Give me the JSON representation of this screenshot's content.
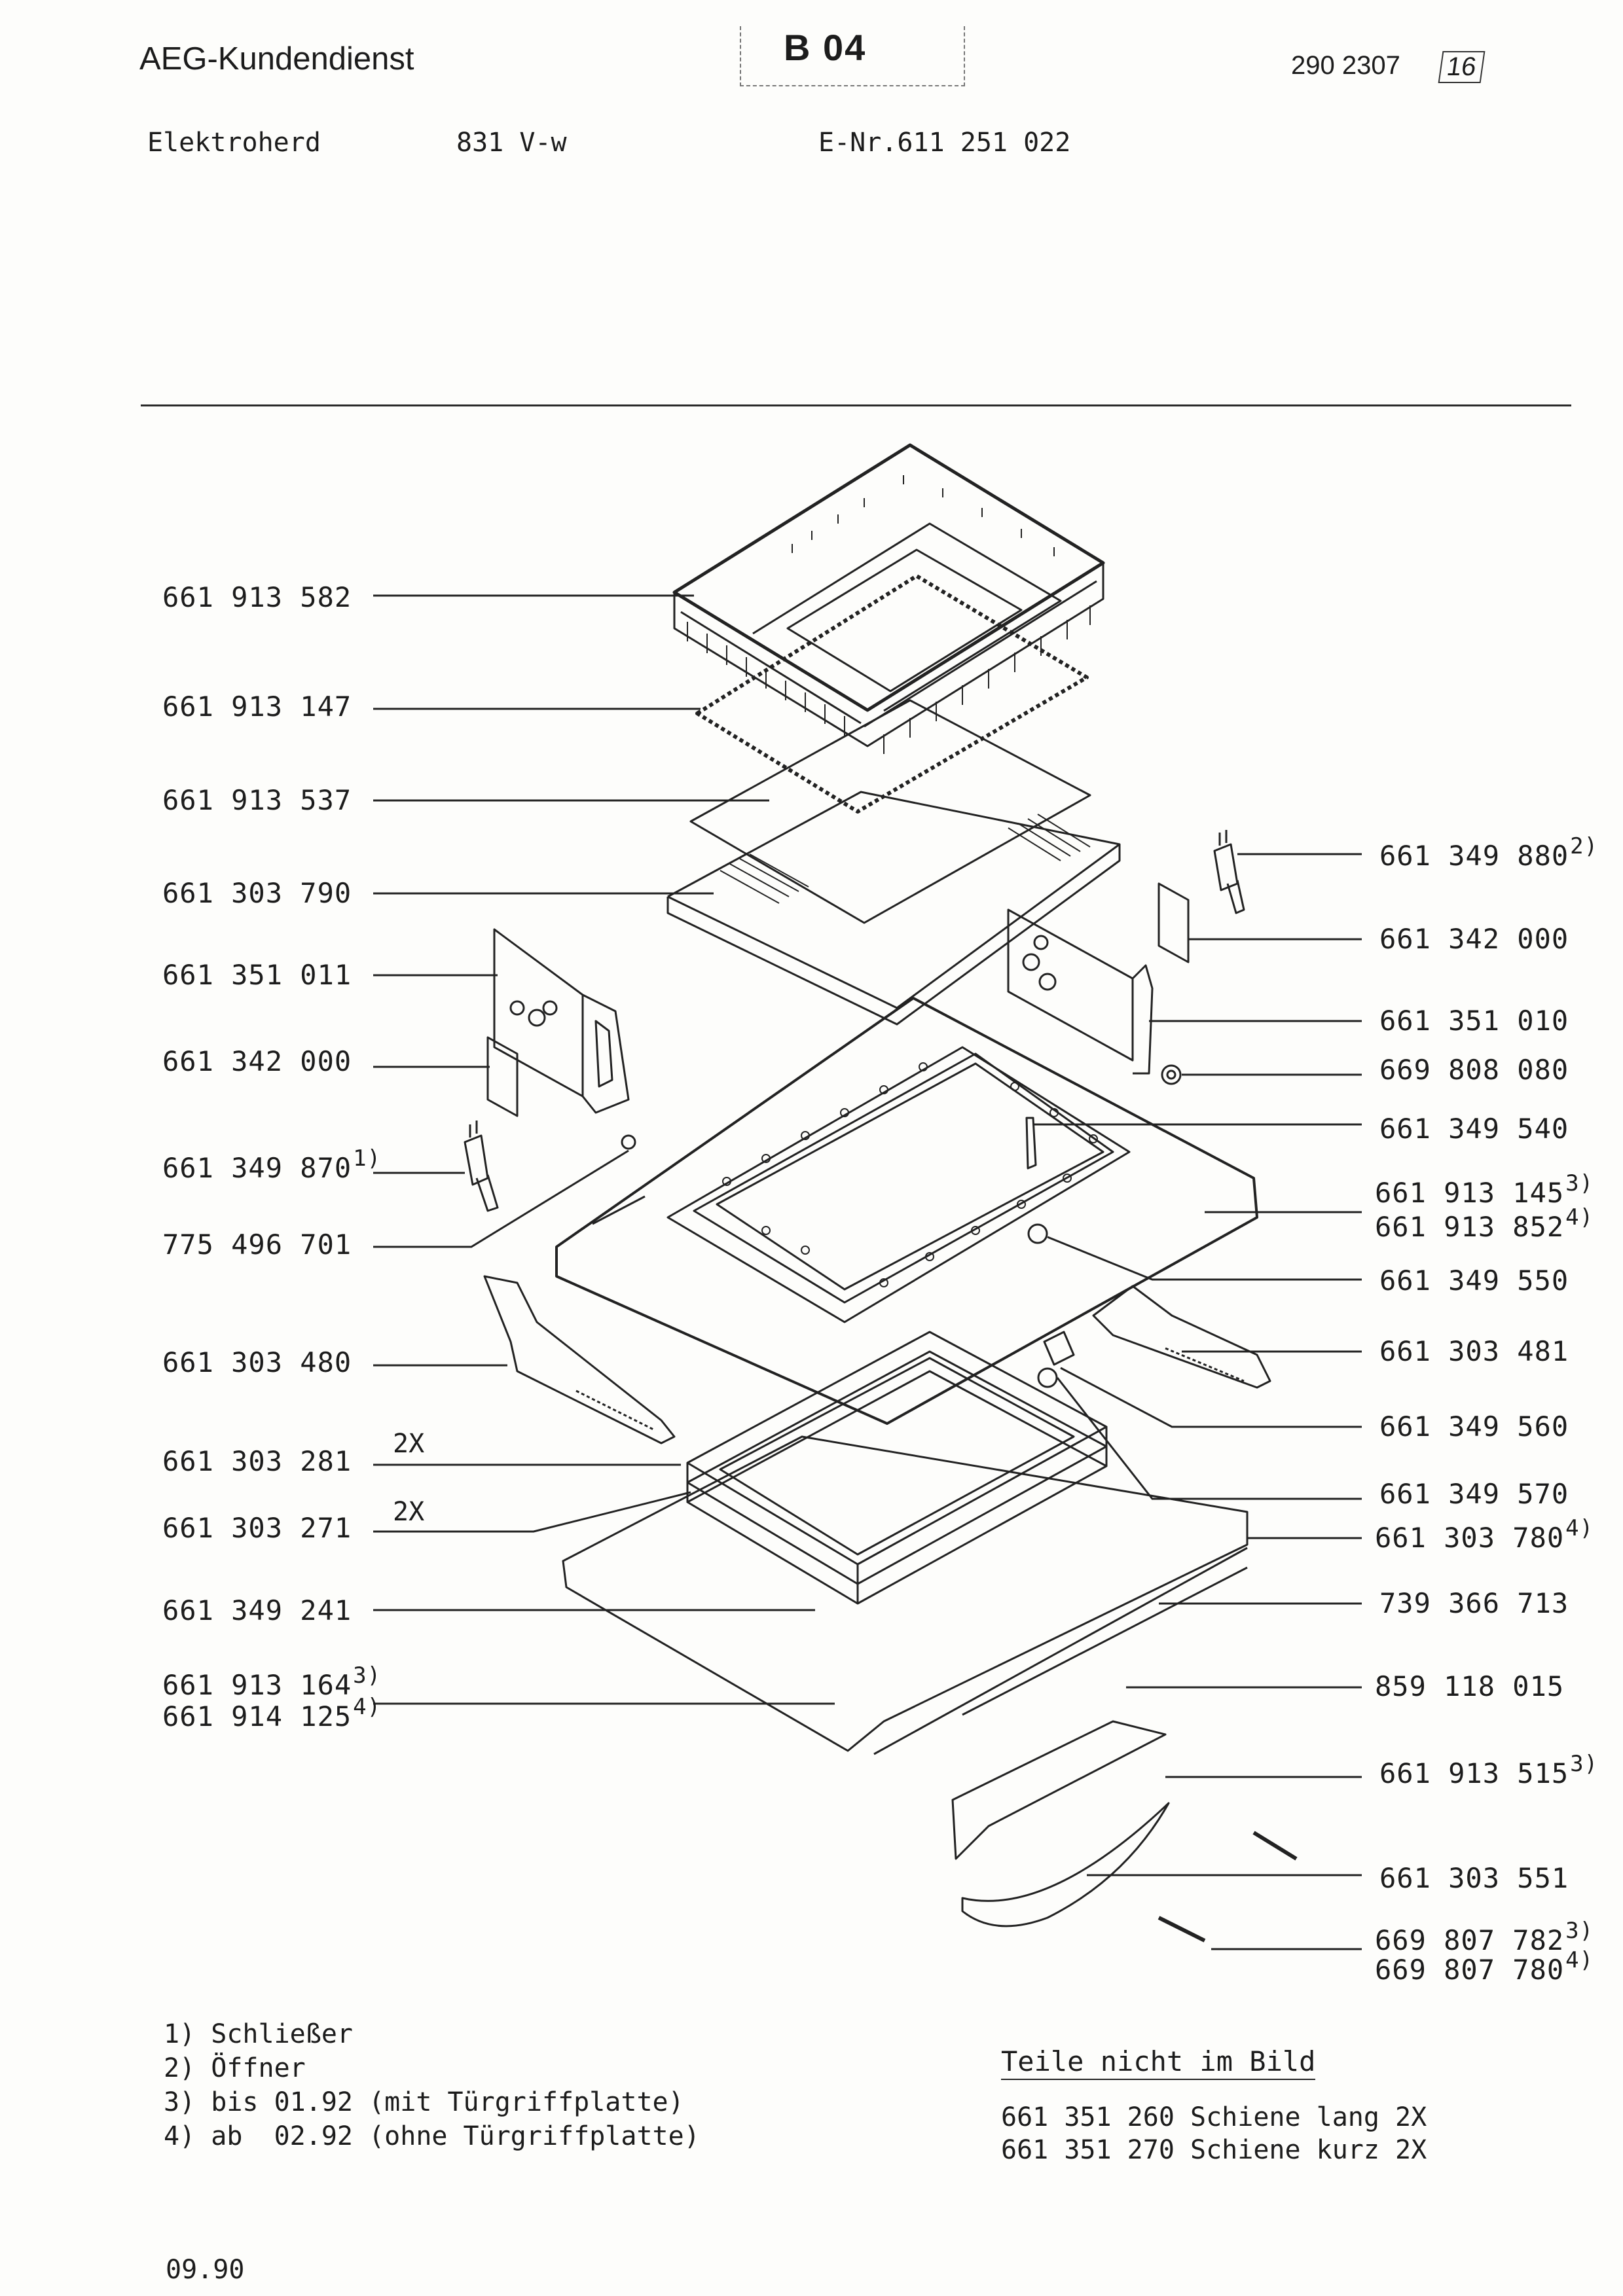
{
  "header": {
    "company": "AEG-Kundendienst",
    "code": "B 04",
    "doc_number": "290 2307",
    "page": "16"
  },
  "subheader": {
    "product": "Elektroherd",
    "model": "831 V-w",
    "e_number": "E-Nr.611 251 022"
  },
  "parts_left": [
    {
      "number": "661 913 582",
      "note": "",
      "mult": ""
    },
    {
      "number": "661 913 147",
      "note": "",
      "mult": ""
    },
    {
      "number": "661 913 537",
      "note": "",
      "mult": ""
    },
    {
      "number": "661 303 790",
      "note": "",
      "mult": ""
    },
    {
      "number": "661 351 011",
      "note": "",
      "mult": ""
    },
    {
      "number": "661 342 000",
      "note": "",
      "mult": ""
    },
    {
      "number": "661 349 870",
      "note": "1)",
      "mult": ""
    },
    {
      "number": "775 496 701",
      "note": "",
      "mult": ""
    },
    {
      "number": "661 303 480",
      "note": "",
      "mult": ""
    },
    {
      "number": "661 303 281",
      "note": "",
      "mult": "2X"
    },
    {
      "number": "661 303 271",
      "note": "",
      "mult": "2X"
    },
    {
      "number": "661 349 241",
      "note": "",
      "mult": ""
    },
    {
      "number": "661 913 164",
      "note": "3)",
      "mult": ""
    },
    {
      "number": "661 914 125",
      "note": "4)",
      "mult": ""
    }
  ],
  "parts_right": [
    {
      "number": "661 349 880",
      "note": "2)"
    },
    {
      "number": "661 342 000",
      "note": ""
    },
    {
      "number": "661 351 010",
      "note": ""
    },
    {
      "number": "669 808 080",
      "note": ""
    },
    {
      "number": "661 349 540",
      "note": ""
    },
    {
      "number": "661 913 145",
      "note": "3)"
    },
    {
      "number": "661 913 852",
      "note": "4)"
    },
    {
      "number": "661 349 550",
      "note": ""
    },
    {
      "number": "661 303 481",
      "note": ""
    },
    {
      "number": "661 349 560",
      "note": ""
    },
    {
      "number": "661 349 570",
      "note": ""
    },
    {
      "number": "661 303 780",
      "note": "4)"
    },
    {
      "number": "739 366 713",
      "note": ""
    },
    {
      "number": "859 118 015",
      "note": ""
    },
    {
      "number": "661 913 515",
      "note": "3)"
    },
    {
      "number": "661 303 551",
      "note": ""
    },
    {
      "number": "669 807 782",
      "note": "3)"
    },
    {
      "number": "669 807 780",
      "note": "4)"
    }
  ],
  "notes": [
    "1) Schließer",
    "2) Öffner",
    "3) bis 01.92 (mit Türgriffplatte)",
    "4) ab  02.92 (ohne Türgriffplatte)"
  ],
  "not_pictured": {
    "title": "Teile nicht im Bild",
    "items": [
      "661 351 260 Schiene lang 2X",
      "661 351 270 Schiene kurz 2X"
    ]
  },
  "footer": {
    "date": "09.90"
  }
}
